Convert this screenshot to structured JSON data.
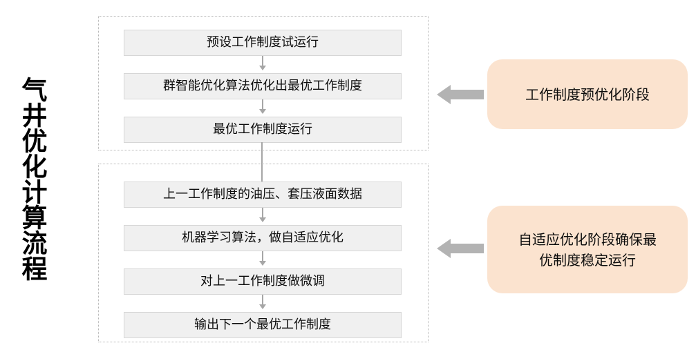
{
  "title": {
    "text": "气井优化计算流程"
  },
  "stages": [
    {
      "id": "stage-1",
      "steps": [
        {
          "label": "预设工作制度试运行"
        },
        {
          "label": "群智能优化算法优化出最优工作制度"
        },
        {
          "label": "最优工作制度运行"
        }
      ]
    },
    {
      "id": "stage-2",
      "steps": [
        {
          "label": "上一工作制度的油压、套压液面数据"
        },
        {
          "label": "机器学习算法，做自适应优化"
        },
        {
          "label": "对上一工作制度做微调"
        },
        {
          "label": "输出下一个最优工作制度"
        }
      ]
    }
  ],
  "callouts": [
    {
      "id": "callout-1",
      "label": "工作制度预优化阶段",
      "arrow_icon": "arrow-left-icon"
    },
    {
      "id": "callout-2",
      "line1": "自适应优化阶段确保最",
      "line2": "优制度稳定运行",
      "arrow_icon": "arrow-left-icon"
    }
  ],
  "colors": {
    "page_background": "#ffffff",
    "process_box_fill": "#f0f0f0",
    "process_box_border": "#d6d6d6",
    "container_border": "#b5b5b5",
    "connector": "#a6a6a6",
    "callout_fill": "#fbe3cf",
    "block_arrow": "#b3b3b3",
    "text": "#0d0d0d"
  }
}
